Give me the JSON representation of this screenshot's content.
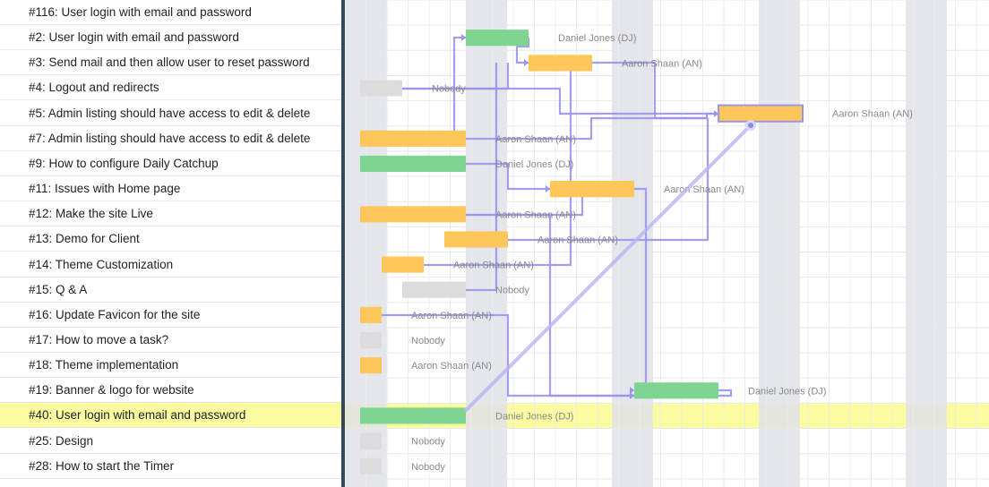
{
  "colors": {
    "done": "#7ed491",
    "progress": "#ffc65a",
    "none": "#dcdcdc",
    "weekend": "#dfe2e8",
    "highlight": "#fbfba0",
    "link": "#9a94f0",
    "splitter": "#34495e"
  },
  "tasks": [
    {
      "label": "#116: User login with email and password",
      "bar": null,
      "assignee": ""
    },
    {
      "label": "#2: User login with email and password",
      "bar": {
        "start": 135,
        "end": 205,
        "status": "done"
      },
      "assignee": "Daniel Jones (DJ)"
    },
    {
      "label": "#3: Send mail and then allow user to reset password",
      "bar": {
        "start": 205,
        "end": 276,
        "status": "progress"
      },
      "assignee": "Aaron Shaan (AN)"
    },
    {
      "label": "#4: Logout and redirects",
      "bar": {
        "start": 17,
        "end": 64,
        "status": "none"
      },
      "assignee": "Nobody"
    },
    {
      "label": "#5: Admin listing should have access to edit & delete",
      "bar": {
        "start": 417,
        "end": 511,
        "status": "progress"
      },
      "assignee": "Aaron Shaan (AN)"
    },
    {
      "label": "#7: Admin listing should have access to edit & delete",
      "bar": {
        "start": 17,
        "end": 135,
        "status": "progress"
      },
      "assignee": "Aaron Shaan (AN)"
    },
    {
      "label": "#9: How to configure Daily Catchup",
      "bar": {
        "start": 17,
        "end": 135,
        "status": "done"
      },
      "assignee": "Daniel Jones (DJ)"
    },
    {
      "label": "#11: Issues with Home page",
      "bar": {
        "start": 229,
        "end": 323,
        "status": "progress"
      },
      "assignee": "Aaron Shaan (AN)"
    },
    {
      "label": "#12: Make the site Live",
      "bar": {
        "start": 17,
        "end": 135,
        "status": "progress"
      },
      "assignee": "Aaron Shaan (AN)"
    },
    {
      "label": "#13: Demo for Client",
      "bar": {
        "start": 111,
        "end": 182,
        "status": "progress"
      },
      "assignee": "Aaron Shaan (AN)"
    },
    {
      "label": "#14: Theme Customization",
      "bar": {
        "start": 41,
        "end": 88,
        "status": "progress"
      },
      "assignee": "Aaron Shaan (AN)"
    },
    {
      "label": "#15: Q & A",
      "bar": {
        "start": 64,
        "end": 135,
        "status": "none"
      },
      "assignee": "Nobody"
    },
    {
      "label": "#16: Update Favicon for the site",
      "bar": {
        "start": 17,
        "end": 41,
        "status": "progress"
      },
      "assignee": "Aaron Shaan (AN)"
    },
    {
      "label": "#17: How to move  a task?",
      "bar": {
        "start": 17,
        "end": 41,
        "status": "none"
      },
      "assignee": "Nobody"
    },
    {
      "label": "#18: Theme implementation",
      "bar": {
        "start": 17,
        "end": 41,
        "status": "progress"
      },
      "assignee": "Aaron Shaan (AN)"
    },
    {
      "label": "#19: Banner & logo for website",
      "bar": {
        "start": 323,
        "end": 417,
        "status": "done"
      },
      "assignee": "Daniel Jones (DJ)"
    },
    {
      "label": "#40: User login with email and password",
      "bar": {
        "start": 17,
        "end": 135,
        "status": "done"
      },
      "assignee": "Daniel Jones (DJ)",
      "highlight": true
    },
    {
      "label": "#25: Design",
      "bar": {
        "start": 17,
        "end": 41,
        "status": "none"
      },
      "assignee": "Nobody"
    },
    {
      "label": "#28: How to start the Timer",
      "bar": {
        "start": 17,
        "end": 41,
        "status": "none"
      },
      "assignee": "Nobody"
    }
  ]
}
